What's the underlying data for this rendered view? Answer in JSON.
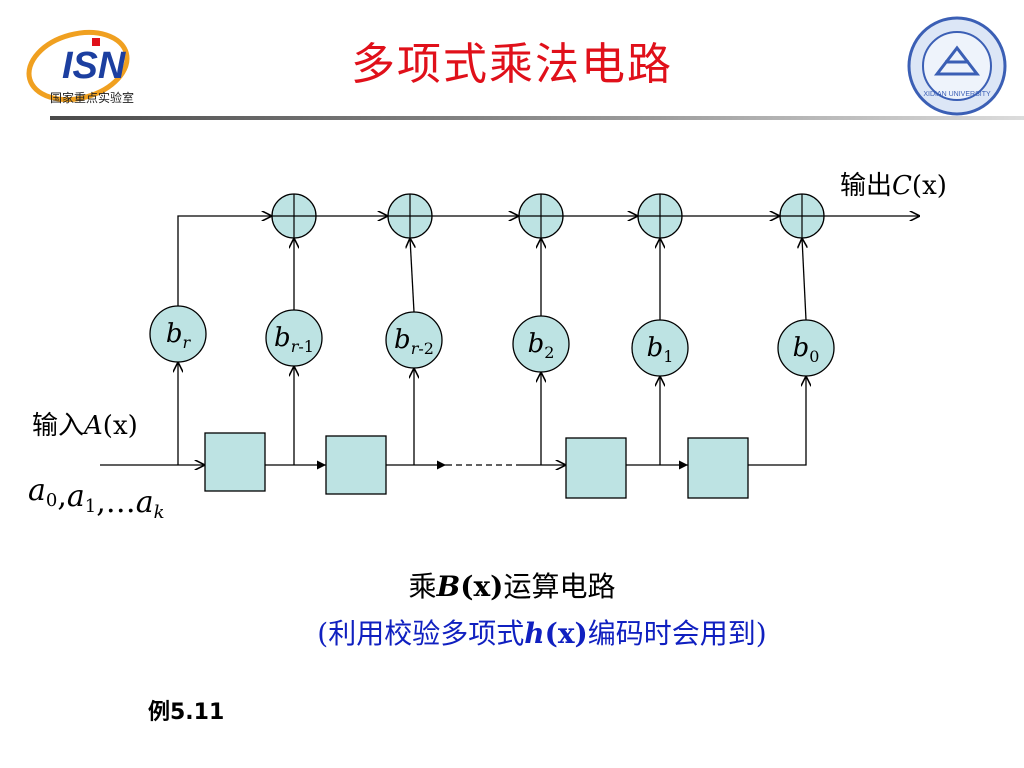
{
  "header": {
    "title": "多项式乘法电路",
    "logo_left_text": "ISN",
    "logo_left_subtitle": "国家重点实验室",
    "logo_right_text": "XIDIAN UNIVERSITY"
  },
  "diagram": {
    "output_label_prefix": "输出",
    "output_symbol": "C",
    "output_arg": "(x)",
    "input_label_prefix": "输入",
    "input_symbol": "A",
    "input_arg": "(x)",
    "input_sequence": "a0,a1,…ak",
    "coefficients": [
      {
        "base": "b",
        "sub": "r"
      },
      {
        "base": "b",
        "sub": "r-1"
      },
      {
        "base": "b",
        "sub": "r-2"
      },
      {
        "base": "b",
        "sub": "2"
      },
      {
        "base": "b",
        "sub": "1"
      },
      {
        "base": "b",
        "sub": "0"
      }
    ],
    "adders": 5,
    "registers": 4
  },
  "caption": {
    "line1_prefix": "乘",
    "line1_symbol": "B",
    "line1_arg": "(x)",
    "line1_suffix": "运算电路",
    "line2_open": "(利用校验多项式",
    "line2_symbol": "h",
    "line2_arg": "(x)",
    "line2_suffix": "编码时会用到)"
  },
  "footer": {
    "example_label": "例5.11"
  },
  "colors": {
    "title": "#e0101a",
    "caption_blue": "#1020c0",
    "node_fill": "#bde3e3",
    "line": "#000000"
  }
}
